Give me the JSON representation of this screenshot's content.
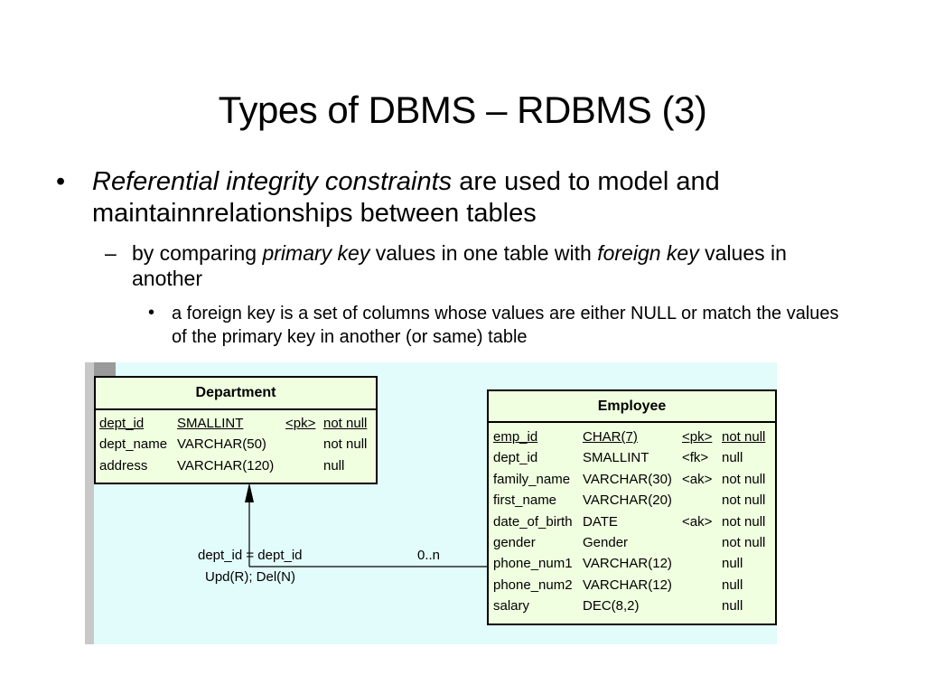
{
  "slide": {
    "title": "Types of DBMS – RDBMS (3)",
    "bullet1": {
      "marker": "•",
      "italic": "Referential integrity constraints",
      "text": " are used to model and maintainnrelationships between tables"
    },
    "bullet2": {
      "marker": "–",
      "text1": "by comparing ",
      "italic1": "primary key",
      "text2": " values in one table with ",
      "italic2": "foreign key",
      "text3": " values in another"
    },
    "bullet3": {
      "marker": "•",
      "text": "a foreign key is a set of columns whose values are either NULL or match the values of the primary key in another (or same) table"
    }
  },
  "diagram": {
    "department": {
      "name": "Department",
      "rows": [
        {
          "col": "dept_id",
          "type": "SMALLINT",
          "key": "<pk>",
          "null": "not null"
        },
        {
          "col": "dept_name",
          "type": "VARCHAR(50)",
          "key": "",
          "null": "not null"
        },
        {
          "col": "address",
          "type": "VARCHAR(120)",
          "key": "",
          "null": "null"
        }
      ]
    },
    "employee": {
      "name": "Employee",
      "rows": [
        {
          "col": "emp_id",
          "type": "CHAR(7)",
          "key": "<pk>",
          "null": "not null"
        },
        {
          "col": "dept_id",
          "type": "SMALLINT",
          "key": "<fk>",
          "null": "null"
        },
        {
          "col": "family_name",
          "type": "VARCHAR(30)",
          "key": "<ak>",
          "null": "not null"
        },
        {
          "col": "first_name",
          "type": "VARCHAR(20)",
          "key": "",
          "null": "not null"
        },
        {
          "col": "date_of_birth",
          "type": "DATE",
          "key": "<ak>",
          "null": "not null"
        },
        {
          "col": "gender",
          "type": "Gender",
          "key": "",
          "null": "not null"
        },
        {
          "col": "phone_num1",
          "type": "VARCHAR(12)",
          "key": "",
          "null": "null"
        },
        {
          "col": "phone_num2",
          "type": "VARCHAR(12)",
          "key": "",
          "null": "null"
        },
        {
          "col": "salary",
          "type": "DEC(8,2)",
          "key": "",
          "null": "null"
        }
      ]
    },
    "relationship": {
      "join": "dept_id = dept_id",
      "rules": "Upd(R); Del(N)",
      "cardinality": "0..n"
    },
    "colors": {
      "canvas": "#e2fbfb",
      "entity_fill": "#f0ffe0",
      "line": "#000000"
    }
  }
}
